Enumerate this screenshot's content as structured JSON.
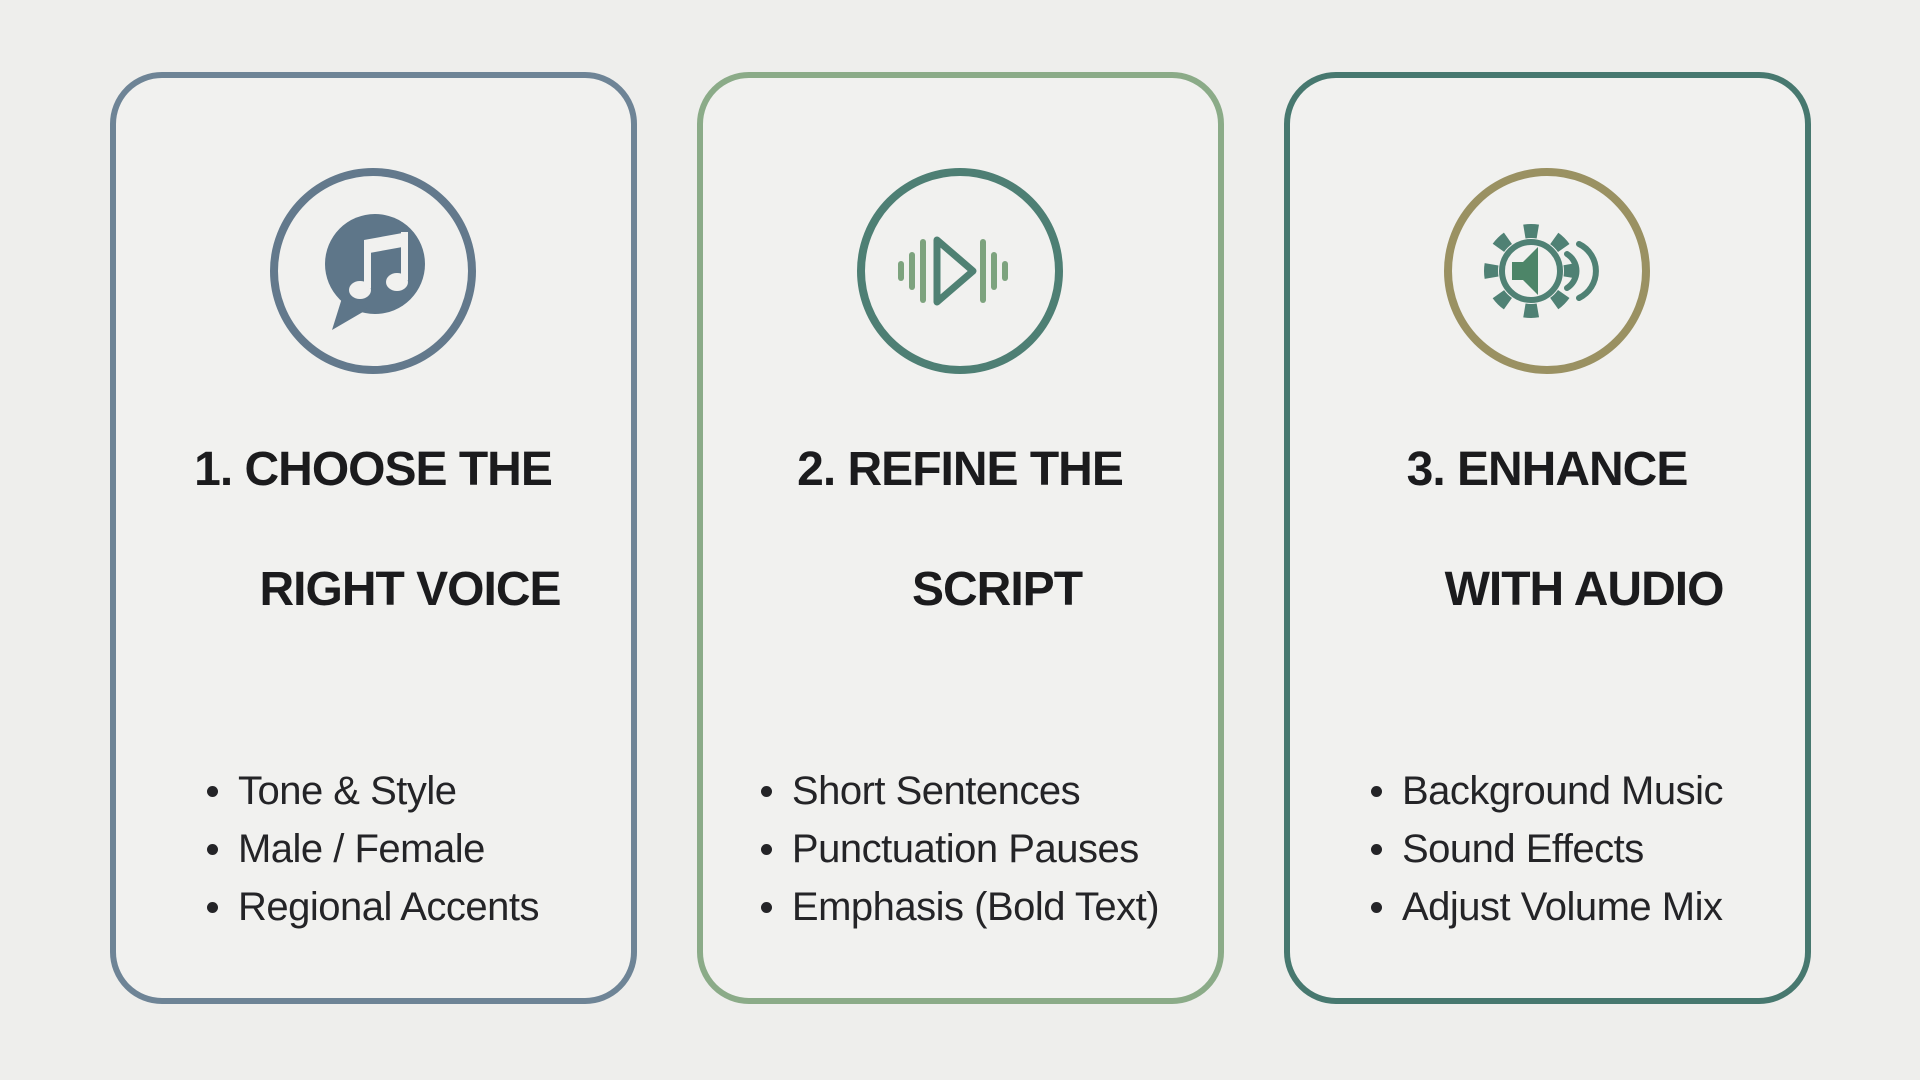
{
  "colors": {
    "background": "#eeeeec",
    "background_edge": "#e7e7e5",
    "card_background": "#f1f1ef",
    "title_text": "#1b1b1d",
    "bullet_text": "#242427",
    "card1_border": "#6e8496",
    "card1_ring": "#63798c",
    "card1_icon": "#5e7689",
    "card2_border": "#8bab88",
    "card2_ring": "#4e7f74",
    "card2_icon": "#4f8173",
    "card2_bars": "#7da37e",
    "card3_border": "#47786f",
    "card3_ring": "#9a9162",
    "card3_icon": "#4f8174",
    "card3_speaker": "#4d8568"
  },
  "cards": [
    {
      "step_number": "1",
      "title_lines": [
        "1. CHOOSE THE",
        "RIGHT VOICE"
      ],
      "icon": "music-note-speech-bubble-icon",
      "bullets": [
        "Tone & Style",
        "Male / Female",
        "Regional Accents"
      ]
    },
    {
      "step_number": "2",
      "title_lines": [
        "2. REFINE THE",
        "SCRIPT"
      ],
      "icon": "play-button-waveform-icon",
      "bullets": [
        "Short Sentences",
        "Punctuation Pauses",
        "Emphasis (Bold Text)"
      ]
    },
    {
      "step_number": "3",
      "title_lines": [
        "3. ENHANCE",
        "WITH AUDIO"
      ],
      "icon": "gear-speaker-icon",
      "bullets": [
        "Background Music",
        "Sound Effects",
        "Adjust Volume Mix"
      ]
    }
  ]
}
